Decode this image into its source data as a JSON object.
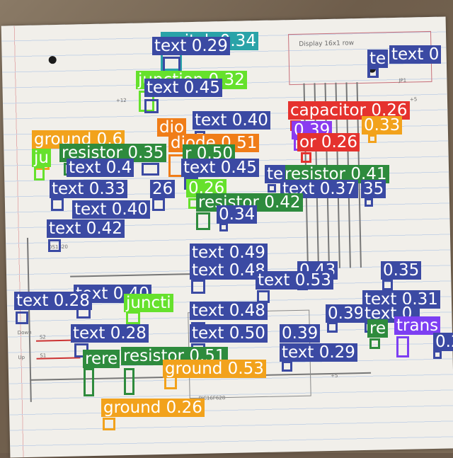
{
  "image": {
    "description_free": true,
    "colors": {
      "text": "#3b4aa3",
      "resistor": "#2e8b3d",
      "ground": "#f2a21c",
      "junction": "#66e12c",
      "diode": "#f07d18",
      "capacitor": "#e5322e",
      "switch": "#2aa3a8",
      "transistor": "#7d3ff2",
      "purple": "#8a3cf0"
    }
  },
  "paper_text": {
    "display_label": "Display 16x1 row",
    "jp1": "JP1",
    "ds1820": "DS1820",
    "down": "Down",
    "up": "Up",
    "s1": "S1",
    "s2": "S2",
    "chip": "PIC16F628",
    "plus5_a": "+5",
    "plus5_b": "+5",
    "plus12": "+12"
  },
  "detections": [
    {
      "label": "switch 0.34",
      "cls": "switch"
    },
    {
      "label": "text 0.29",
      "cls": "text"
    },
    {
      "label": "junction 0.32",
      "cls": "junction"
    },
    {
      "label": "text 0.45",
      "cls": "text"
    },
    {
      "label": "text 0",
      "cls": "text"
    },
    {
      "label": "te",
      "cls": "text"
    },
    {
      "label": "capacitor 0.26",
      "cls": "capacitor"
    },
    {
      "label": "text 0.40",
      "cls": "text"
    },
    {
      "label": "0.33",
      "cls": "ground"
    },
    {
      "label": "0.39",
      "cls": "purple"
    },
    {
      "label": "dio",
      "cls": "diode"
    },
    {
      "label": "diode 0.51",
      "cls": "diode"
    },
    {
      "label": "or 0.26",
      "cls": "capacitor"
    },
    {
      "label": "ground 0.6",
      "cls": "ground"
    },
    {
      "label": "resistor 0.35",
      "cls": "resistor"
    },
    {
      "label": "r 0.50",
      "cls": "resistor"
    },
    {
      "label": "ju",
      "cls": "junction"
    },
    {
      "label": "text 0.4",
      "cls": "text"
    },
    {
      "label": "text 0.45",
      "cls": "text"
    },
    {
      "label": "resistor 0.41",
      "cls": "resistor"
    },
    {
      "label": "te",
      "cls": "text"
    },
    {
      "label": "text 0.33",
      "cls": "text"
    },
    {
      "label": "26",
      "cls": "text"
    },
    {
      "label": "0.26",
      "cls": "junction"
    },
    {
      "label": "text 0.37",
      "cls": "text"
    },
    {
      "label": "35",
      "cls": "text"
    },
    {
      "label": "resistor 0.42",
      "cls": "resistor"
    },
    {
      "label": "text 0.40",
      "cls": "text"
    },
    {
      "label": "0.34",
      "cls": "text"
    },
    {
      "label": "text 0.42",
      "cls": "text"
    },
    {
      "label": "text 0.49",
      "cls": "text"
    },
    {
      "label": "text 0.48",
      "cls": "text"
    },
    {
      "label": "0.43",
      "cls": "text"
    },
    {
      "label": "0.35",
      "cls": "text"
    },
    {
      "label": "text 0.53",
      "cls": "text"
    },
    {
      "label": "text 0.40",
      "cls": "text"
    },
    {
      "label": "text 0.28",
      "cls": "text"
    },
    {
      "label": "juncti",
      "cls": "junction"
    },
    {
      "label": "text 0.31",
      "cls": "text"
    },
    {
      "label": "text 0.48",
      "cls": "text"
    },
    {
      "label": "0.39",
      "cls": "text"
    },
    {
      "label": "text 0.",
      "cls": "text"
    },
    {
      "label": "trans",
      "cls": "transistor"
    },
    {
      "label": "re",
      "cls": "resistor"
    },
    {
      "label": "text 0.50",
      "cls": "text"
    },
    {
      "label": "0.39",
      "cls": "text"
    },
    {
      "label": "text 0.28",
      "cls": "text"
    },
    {
      "label": "0.2",
      "cls": "text"
    },
    {
      "label": "text 0.29",
      "cls": "text"
    },
    {
      "label": "rere",
      "cls": "resistor"
    },
    {
      "label": "resistor 0.51",
      "cls": "resistor"
    },
    {
      "label": "ground 0.53",
      "cls": "ground"
    },
    {
      "label": "ground 0.26",
      "cls": "ground"
    }
  ]
}
